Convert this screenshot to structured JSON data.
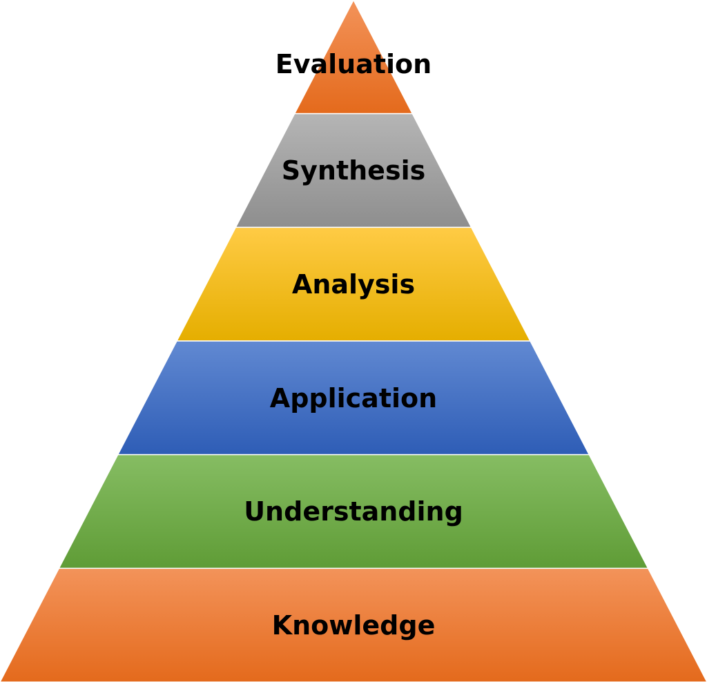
{
  "title": "Bloom's Taxonomy Pyramid",
  "levels": [
    {
      "label": "Evaluation",
      "color_top": "#f3935a",
      "color_bottom": "#e46a1c"
    },
    {
      "label": "Synthesis",
      "color_top": "#b5b5b5",
      "color_bottom": "#8e8e8e"
    },
    {
      "label": "Analysis",
      "color_top": "#ffcb45",
      "color_bottom": "#e5ae00"
    },
    {
      "label": "Application",
      "color_top": "#6189d2",
      "color_bottom": "#2e5db6"
    },
    {
      "label": "Understanding",
      "color_top": "#86bd63",
      "color_bottom": "#5f9c36"
    },
    {
      "label": "Knowledge",
      "color_top": "#f3935a",
      "color_bottom": "#e46a1c"
    }
  ]
}
